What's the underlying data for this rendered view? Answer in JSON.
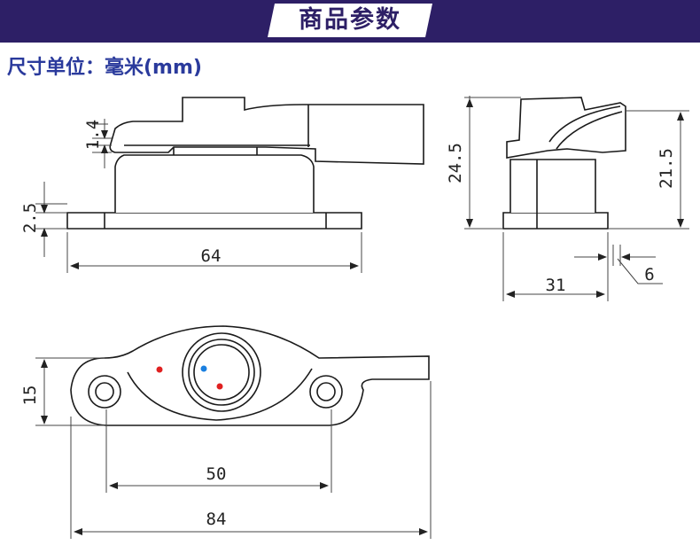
{
  "header": {
    "title": "商品参数"
  },
  "unit_label": "尺寸单位：毫米(mm)",
  "colors": {
    "banner": "#2d1f66",
    "unit_text": "#2a3a9c",
    "line": "#1a1a1a",
    "red_dot": "#e02020",
    "blue_dot": "#1a7fe0"
  },
  "dimensions": {
    "front_view": {
      "top_thickness": "1.4",
      "base_height": "2.5",
      "length": "64"
    },
    "side_view": {
      "total_height": "24.5",
      "body_height": "21.5",
      "width": "31",
      "offset": "6"
    },
    "top_view": {
      "width": "15",
      "hole_spacing": "50",
      "overall_length": "84"
    }
  }
}
